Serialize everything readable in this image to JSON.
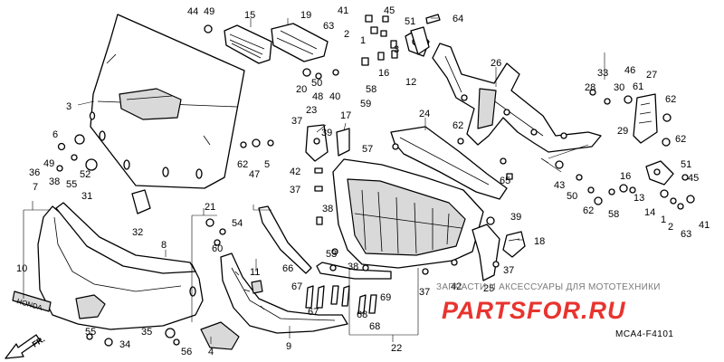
{
  "diagram": {
    "code": "MCA4-F4101",
    "direction": "FR.",
    "brand_text": "HONDA",
    "watermark": {
      "subtitle": "ЗАПЧАСТИ И АКСЕССУАРЫ ДЛЯ МОТОТЕХНИКИ",
      "logo": "PARTSFOR.RU",
      "color": "#e8342f"
    },
    "callouts": [
      {
        "id": "c44a",
        "n": "44"
      },
      {
        "id": "c49a",
        "n": "49"
      },
      {
        "id": "c15",
        "n": "15"
      },
      {
        "id": "c19",
        "n": "19"
      },
      {
        "id": "c41a",
        "n": "41"
      },
      {
        "id": "c45a",
        "n": "45"
      },
      {
        "id": "c63a",
        "n": "63"
      },
      {
        "id": "c2a",
        "n": "2"
      },
      {
        "id": "c51a",
        "n": "51"
      },
      {
        "id": "c64",
        "n": "64"
      },
      {
        "id": "c1a",
        "n": "1"
      },
      {
        "id": "c3b",
        "n": "3"
      },
      {
        "id": "c12",
        "n": "12"
      },
      {
        "id": "c16a",
        "n": "16"
      },
      {
        "id": "c58a",
        "n": "58"
      },
      {
        "id": "c59",
        "n": "59"
      },
      {
        "id": "c20",
        "n": "20"
      },
      {
        "id": "c50a",
        "n": "50"
      },
      {
        "id": "c48",
        "n": "48"
      },
      {
        "id": "c40",
        "n": "40"
      },
      {
        "id": "c3",
        "n": "3"
      },
      {
        "id": "c26",
        "n": "26"
      },
      {
        "id": "c33",
        "n": "33"
      },
      {
        "id": "c46",
        "n": "46"
      },
      {
        "id": "c27",
        "n": "27"
      },
      {
        "id": "c28",
        "n": "28"
      },
      {
        "id": "c30",
        "n": "30"
      },
      {
        "id": "c61",
        "n": "61"
      },
      {
        "id": "c62a",
        "n": "62"
      },
      {
        "id": "c37a",
        "n": "37"
      },
      {
        "id": "c23",
        "n": "23"
      },
      {
        "id": "c17",
        "n": "17"
      },
      {
        "id": "c24",
        "n": "24"
      },
      {
        "id": "c39a",
        "n": "39"
      },
      {
        "id": "c62b",
        "n": "62"
      },
      {
        "id": "c29",
        "n": "29"
      },
      {
        "id": "c6",
        "n": "6"
      },
      {
        "id": "c36",
        "n": "36"
      },
      {
        "id": "c49b",
        "n": "49"
      },
      {
        "id": "c38a",
        "n": "38"
      },
      {
        "id": "c62c",
        "n": "62"
      },
      {
        "id": "c47",
        "n": "47"
      },
      {
        "id": "c5",
        "n": "5"
      },
      {
        "id": "c57",
        "n": "57"
      },
      {
        "id": "c62d",
        "n": "62"
      },
      {
        "id": "c52",
        "n": "52"
      },
      {
        "id": "c55a",
        "n": "55"
      },
      {
        "id": "c31",
        "n": "31"
      },
      {
        "id": "c42a",
        "n": "42"
      },
      {
        "id": "c37b",
        "n": "37"
      },
      {
        "id": "c65",
        "n": "65"
      },
      {
        "id": "c51b",
        "n": "51"
      },
      {
        "id": "c7",
        "n": "7"
      },
      {
        "id": "c43",
        "n": "43"
      },
      {
        "id": "c50b",
        "n": "50"
      },
      {
        "id": "c16b",
        "n": "16"
      },
      {
        "id": "c45b",
        "n": "45"
      },
      {
        "id": "c62e",
        "n": "62"
      },
      {
        "id": "c58b",
        "n": "58"
      },
      {
        "id": "c13",
        "n": "13"
      },
      {
        "id": "c21",
        "n": "21"
      },
      {
        "id": "c54",
        "n": "54"
      },
      {
        "id": "c38b",
        "n": "38"
      },
      {
        "id": "c32",
        "n": "32"
      },
      {
        "id": "c14",
        "n": "14"
      },
      {
        "id": "c1b",
        "n": "1"
      },
      {
        "id": "c2b",
        "n": "2"
      },
      {
        "id": "c41b",
        "n": "41"
      },
      {
        "id": "c60",
        "n": "60"
      },
      {
        "id": "c39b",
        "n": "39"
      },
      {
        "id": "c63b",
        "n": "63"
      },
      {
        "id": "c10",
        "n": "10"
      },
      {
        "id": "c8",
        "n": "8"
      },
      {
        "id": "c66",
        "n": "66"
      },
      {
        "id": "c53",
        "n": "53"
      },
      {
        "id": "c18",
        "n": "18"
      },
      {
        "id": "c11",
        "n": "11"
      },
      {
        "id": "c38c",
        "n": "38"
      },
      {
        "id": "c37c",
        "n": "37"
      },
      {
        "id": "c42b",
        "n": "42"
      },
      {
        "id": "c25",
        "n": "25"
      },
      {
        "id": "c37d",
        "n": "37"
      },
      {
        "id": "c67a",
        "n": "67"
      },
      {
        "id": "c69",
        "n": "69"
      },
      {
        "id": "c67b",
        "n": "67"
      },
      {
        "id": "c68a",
        "n": "68"
      },
      {
        "id": "c68b",
        "n": "68"
      },
      {
        "id": "c55b",
        "n": "55"
      },
      {
        "id": "c35",
        "n": "35"
      },
      {
        "id": "c34",
        "n": "34"
      },
      {
        "id": "c56",
        "n": "56"
      },
      {
        "id": "c4",
        "n": "4"
      },
      {
        "id": "c9",
        "n": "9"
      },
      {
        "id": "c22",
        "n": "22"
      }
    ]
  }
}
